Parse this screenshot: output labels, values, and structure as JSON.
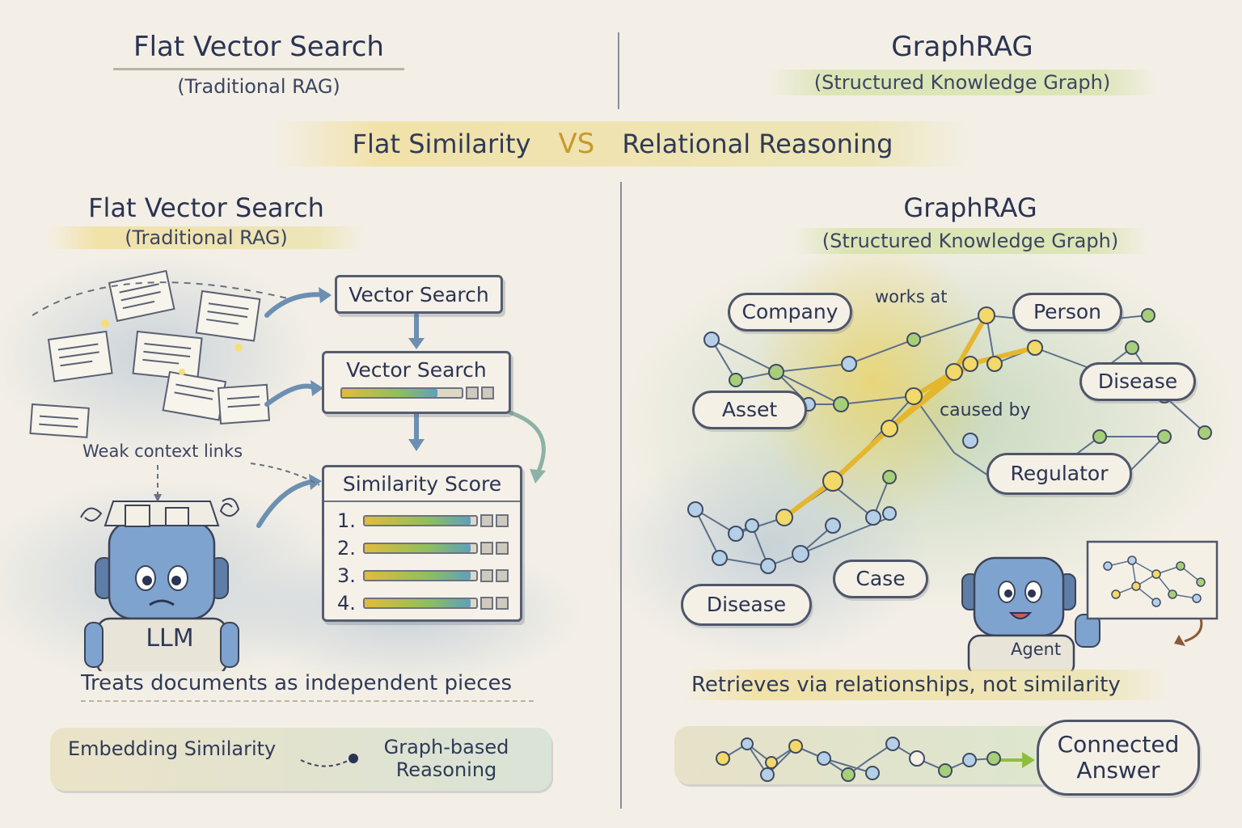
{
  "header": {
    "left_title": "Flat Vector Search",
    "left_subtitle": "(Traditional RAG)",
    "right_title": "GraphRAG",
    "right_subtitle": "(Structured Knowledge Graph)"
  },
  "comparison": {
    "left": "Flat Similarity",
    "vs": "VS",
    "right": "Relational Reasoning"
  },
  "left_panel": {
    "title": "Flat Vector Search",
    "subtitle": "(Traditional RAG)",
    "box_vector_search_1": "Vector Search",
    "box_vector_search_2": "Vector Search",
    "similarity_title": "Similarity Score",
    "ranks": [
      {
        "label": "1.",
        "fill": 0.95
      },
      {
        "label": "2.",
        "fill": 0.95
      },
      {
        "label": "3.",
        "fill": 0.95
      },
      {
        "label": "4.",
        "fill": 0.95
      }
    ],
    "vector_bar_fill": 0.8,
    "weak_links": "Weak context links",
    "llm_label": "LLM",
    "caption": "Treats documents as independent pieces",
    "legend_left": "Embedding Similarity",
    "legend_right_1": "Graph-based",
    "legend_right_2": "Reasoning"
  },
  "right_panel": {
    "title": "GraphRAG",
    "subtitle": "(Structured Knowledge Graph)",
    "nodes": {
      "company": "Company",
      "person": "Person",
      "disease_top": "Disease",
      "asset": "Asset",
      "regulator": "Regulator",
      "case": "Case",
      "disease_bottom": "Disease"
    },
    "edge_works_at": "works at",
    "edge_caused_by": "caused by",
    "agent_label": "Agent",
    "caption": "Retrieves via relationships, not similarity",
    "answer_1": "Connected",
    "answer_2": "Answer"
  },
  "colors": {
    "ink": "#2b3452",
    "highlight_yellow": "#f0d778",
    "highlight_green": "#cddf96",
    "node_yellow": "#f3d86a",
    "node_green": "#a7cf7a",
    "node_blue": "#b5d0e6",
    "robot_blue": "#7fa3cf"
  }
}
